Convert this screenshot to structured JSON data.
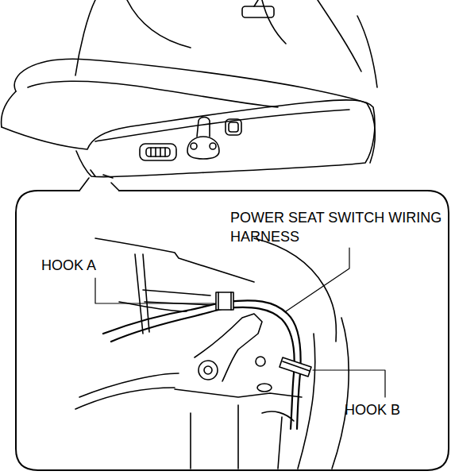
{
  "diagram": {
    "labels": [
      "POWER SEAT SWITCH WIRING HARNESS",
      "HOOK A",
      "HOOK B"
    ]
  }
}
